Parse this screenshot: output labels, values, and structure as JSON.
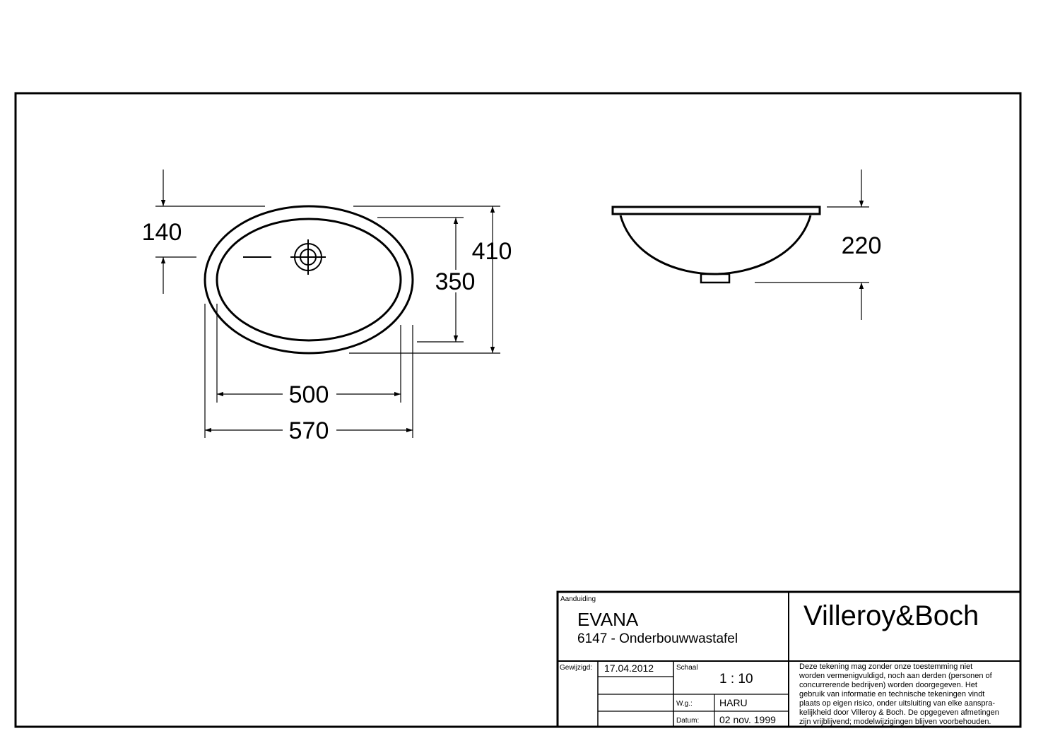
{
  "product_view": {
    "dim_drain_offset": "140",
    "dim_inner_width": "500",
    "dim_outer_width": "570",
    "dim_inner_depth": "350",
    "dim_outer_depth": "410"
  },
  "side_view": {
    "dim_height": "220"
  },
  "title_block": {
    "label_aanduiding": "Aanduiding",
    "product_name": "EVANA",
    "product_subtitle": "6147 - Onderbouwwastafel",
    "brand": "Villeroy&Boch",
    "label_gewijzigd": "Gewijzigd:",
    "value_gewijzigd": "17.04.2012",
    "label_schaal": "Schaal",
    "value_schaal": "1 : 10",
    "label_wg": "W.g.:",
    "value_wg": "HARU",
    "label_datum": "Datum:",
    "value_datum": "02 nov. 1999",
    "legal_lines": [
      "Deze tekening mag zonder onze toestemming niet",
      "worden vermenigvuldigd, noch aan derden  (personen of",
      "concurrerende bedrijven) worden doorgegeven. Het",
      "gebruik van informatie en technische tekeningen  vindt",
      "plaats op eigen risico, onder uitsluiting van elke aanspra-",
      "kelijkheid door Villeroy & Boch. De opgegeven afmetingen",
      "zijn vrijblijvend; modelwijzigingen blijven voorbehouden."
    ]
  }
}
